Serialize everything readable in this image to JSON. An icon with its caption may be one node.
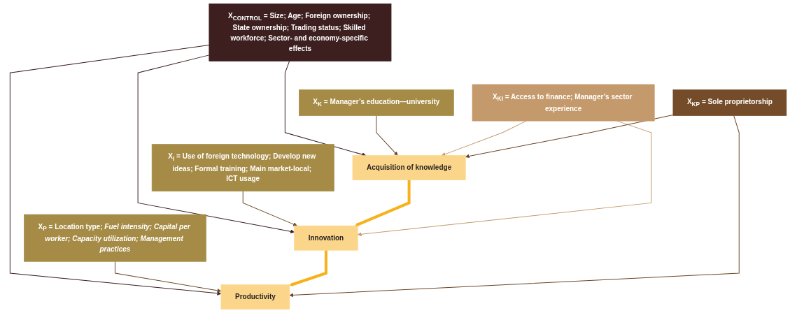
{
  "diagram": {
    "nodes": [
      {
        "text": [
          "X$_{CONTROL}$ = Size; Age; Foreign ownership; State ownership; Trading status; Skilled workforce; Sector- and economy-specific effects"
        ]
      },
      {
        "text": [
          "X$_{K}$ = Manager’s education—university"
        ]
      },
      {
        "text": [
          "X$_{I}$ = Use of foreign technology; Develop new ideas; Formal training; Main market-local; ICT usage"
        ]
      },
      {
        "text": [
          "X$_{P}$ = Location type; *Fuel intensity; Capital per worker; Capacity utilization; Management practices*"
        ]
      },
      {
        "text": [
          "Acquisition of knowledge"
        ]
      },
      {
        "text": [
          "Innovation"
        ]
      },
      {
        "text": [
          "Productivity"
        ]
      },
      {
        "text": [
          "X$_{KI}$ = Access to finance; Manager’s sector experience"
        ]
      },
      {
        "text": [
          "X$_{KP}$ = Sole proprietorship"
        ]
      }
    ],
    "edges": [
      {
        "from": 0,
        "to": 4,
        "arrow": "to",
        "color": "#3d1f1f"
      },
      {
        "from": 0,
        "to": 5,
        "arrow": "to",
        "color": "#3d1f1f"
      },
      {
        "from": 0,
        "to": 6,
        "arrow": "to",
        "color": "#3d1f1f"
      },
      {
        "from": 1,
        "to": 4,
        "arrow": "to",
        "color": "#6b4a2a"
      },
      {
        "from": 2,
        "to": 5,
        "arrow": "to",
        "color": "#6b4a2a"
      },
      {
        "from": 3,
        "to": 6,
        "arrow": "to",
        "color": "#6b4a2a"
      },
      {
        "from": 4,
        "to": 5,
        "arrow": "to",
        "style": "thick",
        "color": "#f7b21b"
      },
      {
        "from": 5,
        "to": 6,
        "arrow": "to",
        "style": "thick",
        "color": "#f7b21b"
      },
      {
        "from": 7,
        "to": 4,
        "arrow": "to",
        "color": "#c49a6c"
      },
      {
        "from": 7,
        "to": 5,
        "arrow": "to",
        "color": "#c49a6c"
      },
      {
        "from": 8,
        "to": 4,
        "arrow": "to",
        "color": "#6b4426"
      },
      {
        "from": 8,
        "to": 6,
        "arrow": "to",
        "color": "#6b4426"
      }
    ]
  }
}
